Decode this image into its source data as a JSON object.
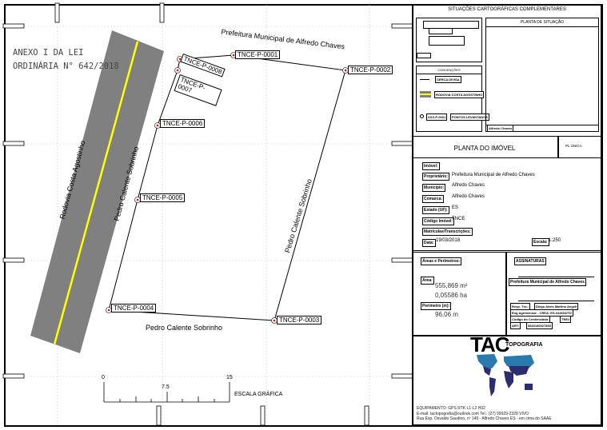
{
  "map": {
    "annex_line1": "ANEXO I DA LEI",
    "annex_line2": "ORDINÁRIA N° 642/2018",
    "road_label": "Rodovia Costa Agostinho",
    "street_top": "Prefeitura Municipal de Alfredo Chaves",
    "street_left": "Pedro Calente Sobrinho",
    "street_right": "Pedro Calente Sobrinho",
    "street_bottom": "Pedro Calente Sobrinho",
    "points": [
      "TNCE-P-0001",
      "TNCE-P-0002",
      "TNCE-P-0003",
      "TNCE-P-0004",
      "TNCE-P-0005",
      "TNCE-P-0006",
      "TNCE-P-0007",
      "TNCE-P-0008"
    ],
    "scale": {
      "t0": "0",
      "tmid": "7.5",
      "tmax": "15",
      "label": "ESCALA GRÁFICA"
    },
    "colors": {
      "road": "#808080",
      "road_axis": "#ffff00",
      "point": "#ff0000"
    }
  },
  "panel": {
    "situations_title": "SITUAÇÕES CARTOGRÁFICAS COMPLEMENTARES",
    "situation_plan_title": "PLANTA DE SITUAÇÃO",
    "situation_city": "Alfredo Chaves",
    "conventions_title": "CONVENÇÕES",
    "conv_fence": "CERCA DIVISA",
    "conv_road": "RODOVIA COSTA AGOSTINHO",
    "conv_point_code": "XXX-P-0001",
    "conv_points": "PONTOS LEVANTADOS",
    "plan_title": "PLANTA DO IMÓVEL",
    "sheet": "PL ÚNICA",
    "fields": [
      {
        "label": "Imóvel:",
        "value": ""
      },
      {
        "label": "Proprietário:",
        "value": "Prefeitura Municipal de Alfredo Chaves"
      },
      {
        "label": "Município:",
        "value": "Alfredo Chaves"
      },
      {
        "label": "Comarca:",
        "value": "Alfredo Chaves"
      },
      {
        "label": "Estado (UF):",
        "value": "ES"
      },
      {
        "label": "Código Imóvel:",
        "value": "TNCE"
      },
      {
        "label": "Matrículas/Transcrições:",
        "value": ""
      }
    ],
    "date_label": "Data:",
    "date": "19/03/2018",
    "scale_label": "Escala:",
    "scale": "1:250",
    "areas_title": "Áreas e Perímetros:",
    "area_label": "Área:",
    "area_m2": "555,869 m²",
    "area_ha": "0,05586 ha",
    "perimeter_label": "Perímetro (m):",
    "perimeter": "96,06 m",
    "signatures_title": "ASSINATURAS",
    "signer": "Prefeitura Municipal de Alfredo Chaves",
    "resp_label": "Resp. Téc.:",
    "resp_name": "Diêgo Alves Martins Angeli",
    "crea": "Eng Agrimensor - CREA: ES-044603/TD",
    "cred_label": "Código do Credenciado:",
    "cred": "TRE2",
    "art_label": "ART:",
    "art": "0820180027853",
    "logo_main": "TAC",
    "logo_sub": "TOPOGRAFIA",
    "equipment": "EQUIPAMENTO: GPS RTK L1-L2 H32",
    "contact": "E-mail: tactopografia@outlook.com  Tel.: (27)  99929-2328 VIVO",
    "address": "Rua Exp. Osvaldo Saudino, nº 149 - Alfredo Chaves ES - em cima do SAAE"
  }
}
